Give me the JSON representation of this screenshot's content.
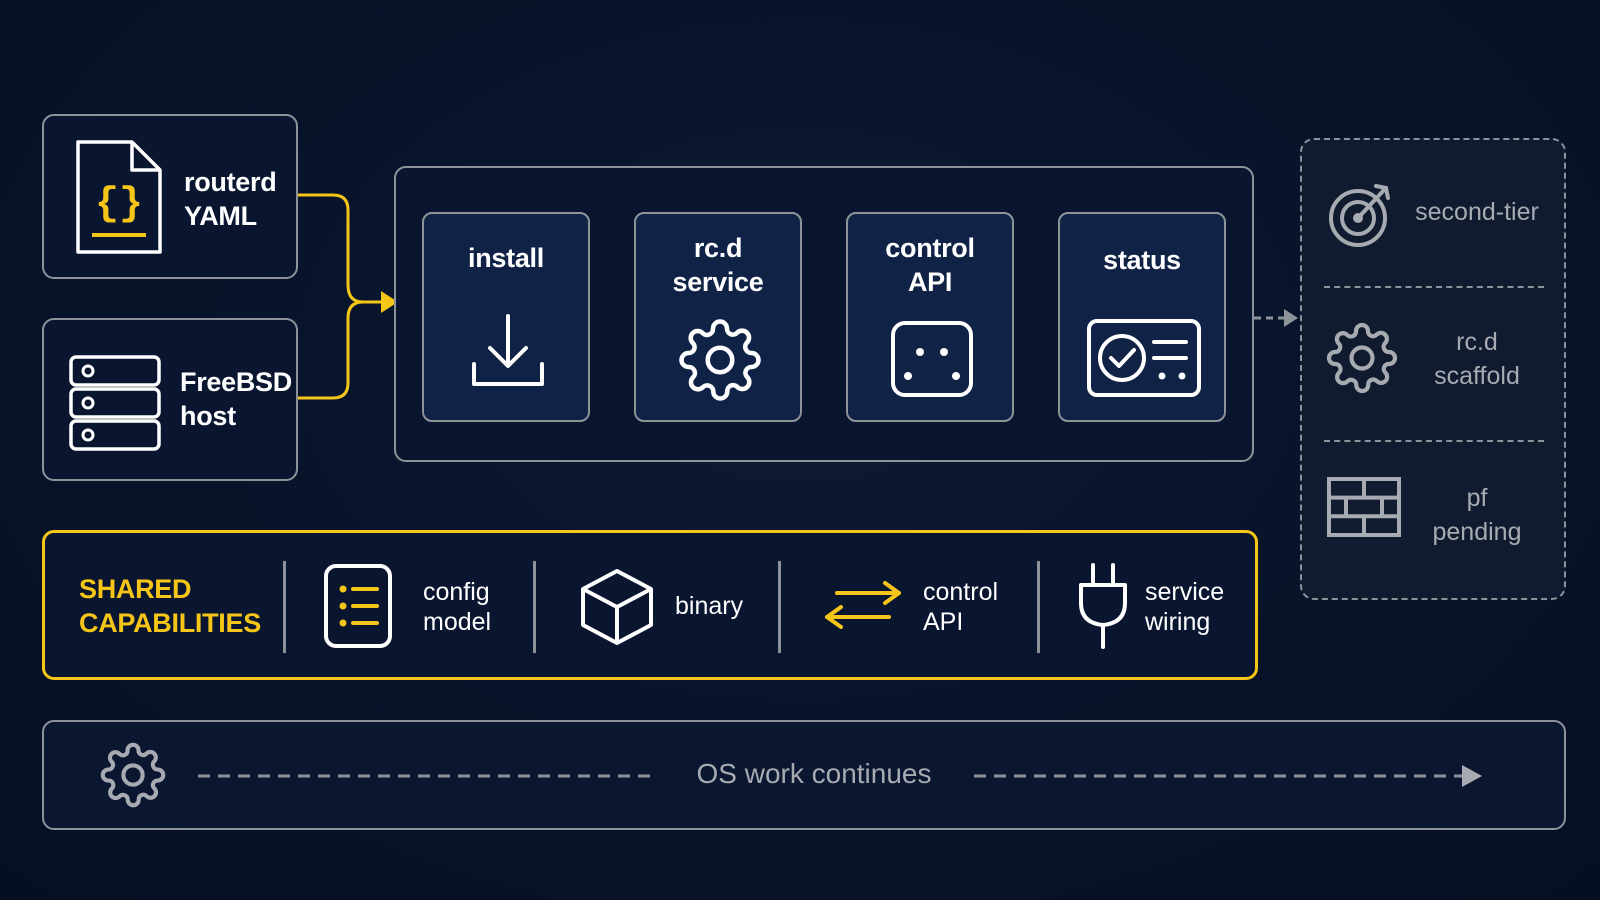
{
  "inputs": [
    {
      "icon": "json-file-icon",
      "line1": "routerd",
      "line2": "YAML"
    },
    {
      "icon": "server-stack-icon",
      "line1": "FreeBSD",
      "line2": "host"
    }
  ],
  "pipeline": [
    {
      "icon": "download-icon",
      "line1": "install",
      "line2": ""
    },
    {
      "icon": "gear-icon",
      "line1": "rc.d",
      "line2": "service"
    },
    {
      "icon": "api-socket-icon",
      "line1": "control",
      "line2": "API"
    },
    {
      "icon": "status-panel-icon",
      "line1": "status",
      "line2": ""
    }
  ],
  "second_tier": [
    {
      "icon": "target-icon",
      "line1": "second-tier",
      "line2": ""
    },
    {
      "icon": "gear-icon",
      "line1": "rc.d",
      "line2": "scaffold"
    },
    {
      "icon": "firewall-brick-icon",
      "line1": "pf",
      "line2": "pending"
    }
  ],
  "shared": {
    "title_line1": "SHARED",
    "title_line2": "CAPABILITIES",
    "items": [
      {
        "icon": "list-document-icon",
        "line1": "config",
        "line2": "model"
      },
      {
        "icon": "cube-icon",
        "line1": "binary",
        "line2": ""
      },
      {
        "icon": "bidirectional-arrows-icon",
        "line1": "control",
        "line2": "API"
      },
      {
        "icon": "plug-icon",
        "line1": "service",
        "line2": "wiring"
      }
    ]
  },
  "os_work": {
    "icon": "gear-icon",
    "label": "OS work continues"
  },
  "colors": {
    "accent": "#f5c518",
    "border": "#8e939a",
    "muted": "#a7abb1",
    "background": "#08132a",
    "stage_fill": "#102245"
  }
}
